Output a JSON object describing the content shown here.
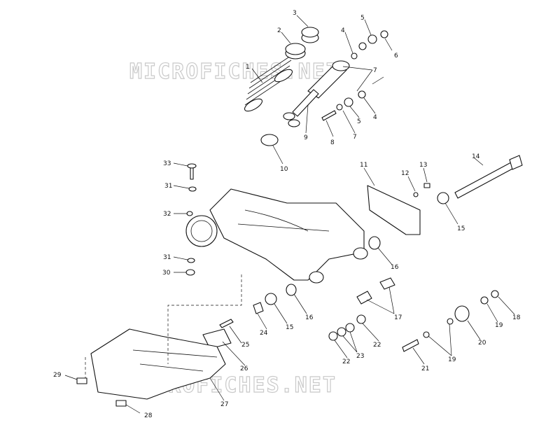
{
  "watermark": "MICROFICHES.NET",
  "callouts": [
    "1",
    "2",
    "3",
    "4",
    "5",
    "6",
    "7",
    "9",
    "8",
    "7",
    "5",
    "4",
    "10",
    "11",
    "12",
    "13",
    "14",
    "15",
    "33",
    "31",
    "32",
    "31",
    "30",
    "16",
    "17",
    "16",
    "24",
    "15",
    "25",
    "22",
    "23",
    "22",
    "26",
    "29",
    "27",
    "28",
    "21",
    "19",
    "20",
    "19",
    "18"
  ]
}
